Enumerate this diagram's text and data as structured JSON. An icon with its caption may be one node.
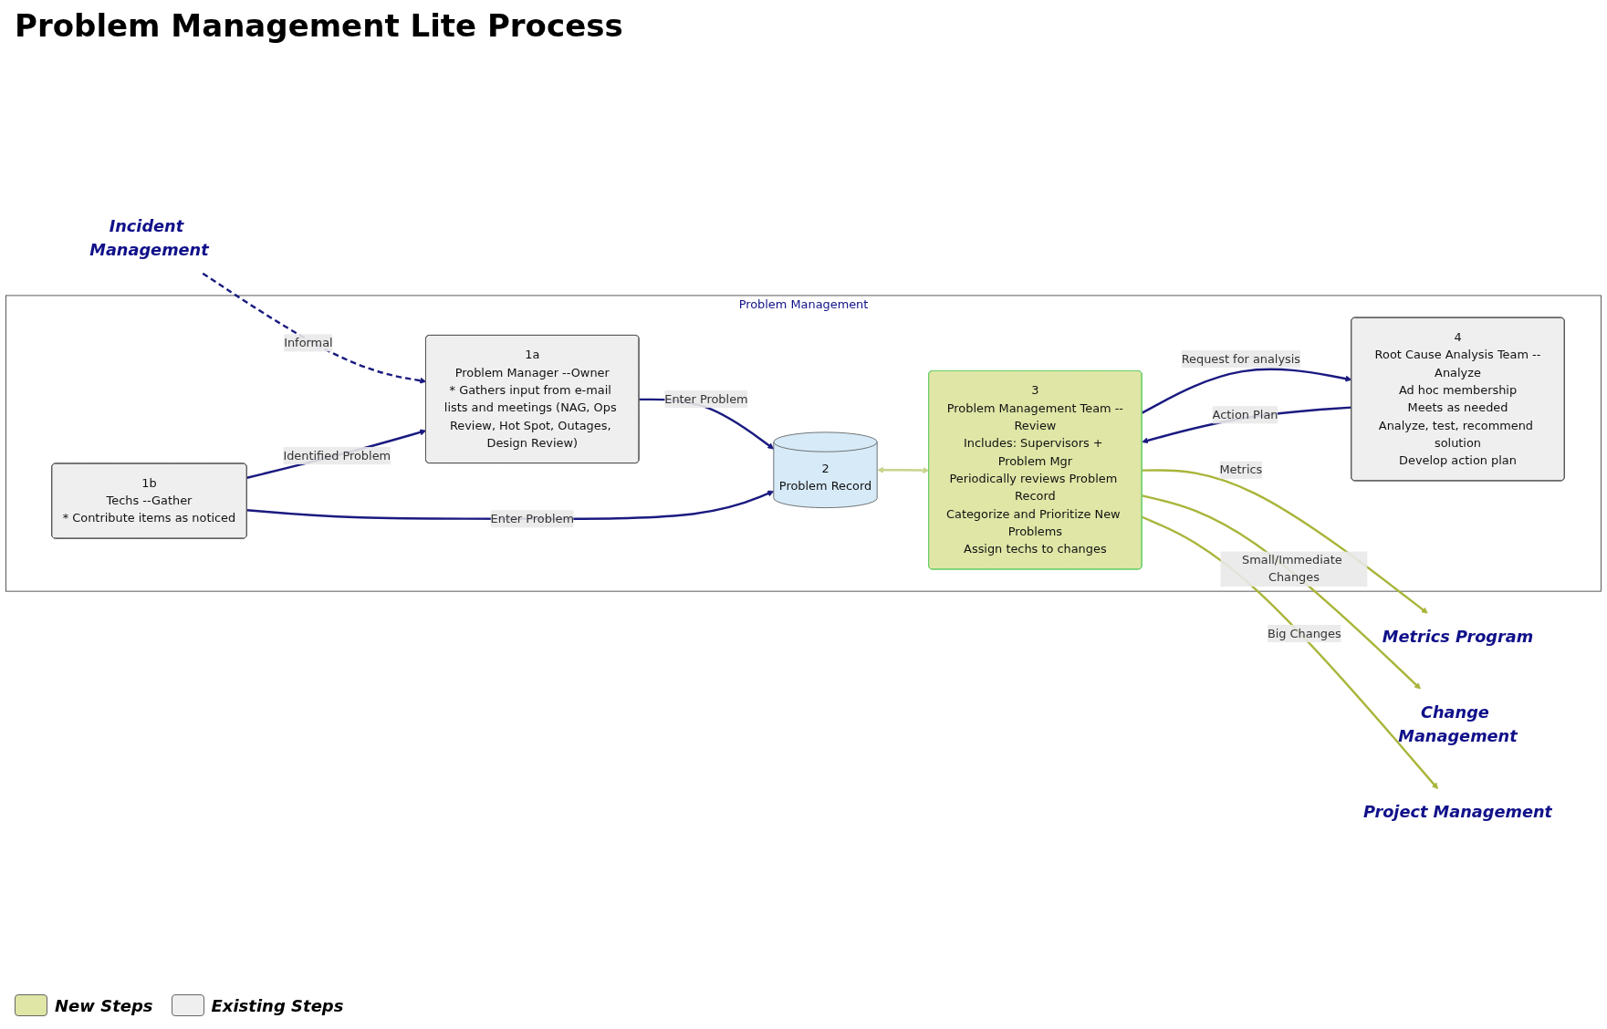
{
  "diagram": {
    "title": "Problem Management Lite Process",
    "nodes": [
      {
        "text": [
          "Incident Management"
        ]
      },
      {
        "text": [
          "Problem Management"
        ]
      },
      {
        "text": [
          "1a",
          "Problem Manager --Owner",
          "* Gathers input from e-mail lists and meetings (NAG, Ops Review, Hot Spot, Outages, Design Review)"
        ],
        "in": 1
      },
      {
        "text": [
          "1b",
          "Techs --Gather",
          "* Contribute items as noticed"
        ],
        "in": 1
      },
      {
        "text": [
          "2",
          "Problem Record"
        ],
        "in": 1
      },
      {
        "text": [
          "3",
          "Problem Management Team --Review",
          "Includes: Supervisors + Problem Mgr",
          "Periodically reviews Problem Record",
          "Categorize and Prioritize New Problems",
          "Assign techs to changes"
        ],
        "in": 1
      },
      {
        "text": [
          "4",
          "Root Cause Analysis Team --Analyze",
          "Ad hoc membership",
          "Meets as needed",
          "Analyze, test, recommend solution",
          "Develop action plan"
        ],
        "in": 1
      },
      {
        "text": [
          "Metrics Program"
        ]
      },
      {
        "text": [
          "Change Management"
        ]
      },
      {
        "text": [
          "Project Management"
        ]
      }
    ],
    "edges": [
      {
        "from": 0,
        "to": 2,
        "arrow": "to",
        "label": "Informal",
        "style": "dashed"
      },
      {
        "from": 3,
        "to": 2,
        "arrow": "to",
        "label": "Identified Problem"
      },
      {
        "from": 2,
        "to": 4,
        "arrow": "to",
        "label": "Enter Problem"
      },
      {
        "from": 3,
        "to": 4,
        "arrow": "to",
        "label": "Enter Problem"
      },
      {
        "from": 4,
        "to": 5,
        "arrow": "both",
        "color": "#c8d48c"
      },
      {
        "from": 5,
        "to": 6,
        "arrow": "to",
        "label": "Request for analysis"
      },
      {
        "from": 6,
        "to": 5,
        "arrow": "to",
        "label": "Action Plan"
      },
      {
        "from": 5,
        "to": 7,
        "arrow": "to",
        "label": "Metrics",
        "color": "#a9b53a"
      },
      {
        "from": 5,
        "to": 8,
        "arrow": "to",
        "label": "Small/Immediate Changes",
        "color": "#a9b53a"
      },
      {
        "from": 5,
        "to": 9,
        "arrow": "to",
        "label": "Big Changes",
        "color": "#a9b53a"
      }
    ],
    "legend": [
      {
        "text": "New Steps",
        "color": "#dfe6a6"
      },
      {
        "text": "Existing Steps",
        "color": "#efefef"
      }
    ]
  }
}
